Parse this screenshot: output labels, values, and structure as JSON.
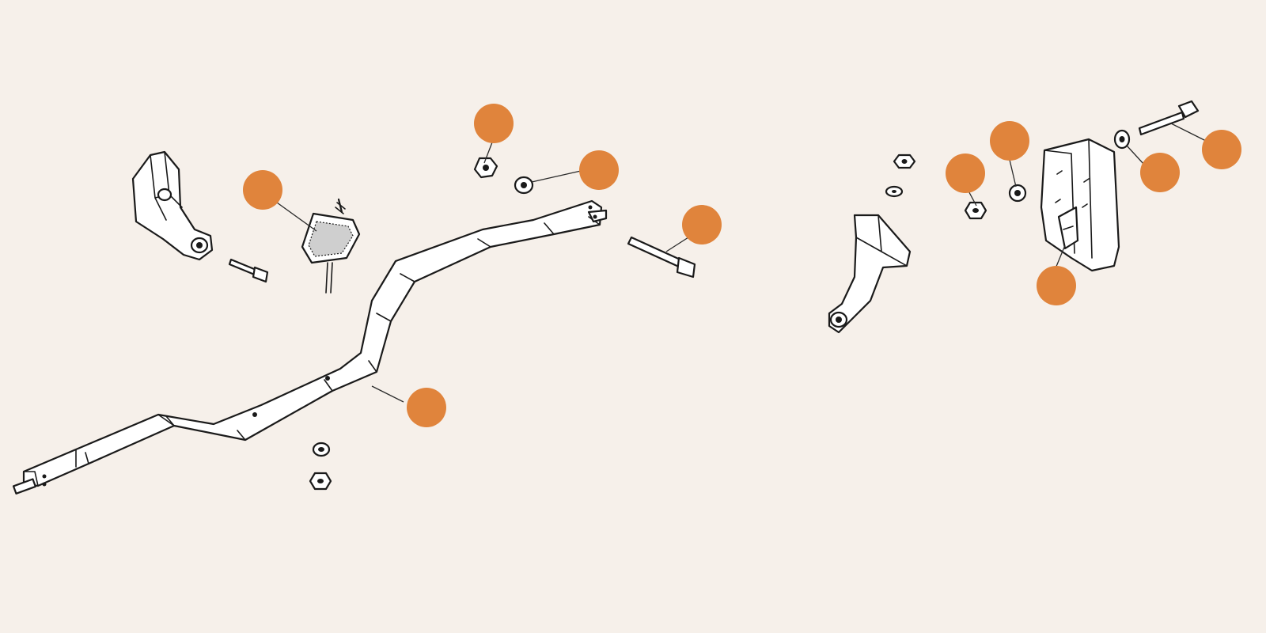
{
  "diagram": {
    "background": "#f6f0ea",
    "line_color": "#1a1a1a",
    "callout_color": "#e0843c",
    "callouts": [
      {
        "id": "mount-bracket-left-ref"
      },
      {
        "id": "rubber-mount-ref"
      },
      {
        "id": "nut-top-ref"
      },
      {
        "id": "washer-top-ref"
      },
      {
        "id": "long-bolt-ref"
      },
      {
        "id": "crossmember-ref"
      },
      {
        "id": "nut-right-ref"
      },
      {
        "id": "washer-right-ref"
      },
      {
        "id": "washer-far-right-ref"
      },
      {
        "id": "bolt-far-right-ref"
      },
      {
        "id": "gearbox-plate-ref"
      }
    ]
  }
}
